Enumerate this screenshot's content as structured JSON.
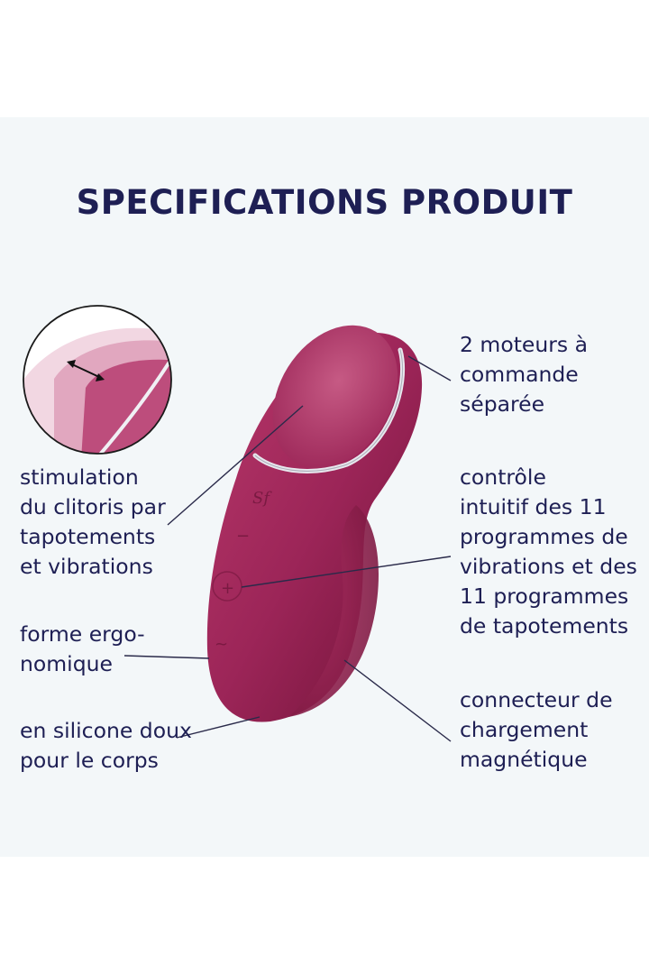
{
  "title": "SPECIFICATIONS PRODUIT",
  "features": {
    "left": [
      {
        "id": "stimulation",
        "text": "stimulation\ndu clitoris par\ntapotements\net vibrations"
      },
      {
        "id": "ergonomic",
        "text": "forme ergo-\nnomique"
      },
      {
        "id": "silicone",
        "text": "en silicone doux\npour le corps"
      }
    ],
    "right": [
      {
        "id": "motors",
        "text": "2 moteurs à\ncommande\nséparée"
      },
      {
        "id": "control",
        "text": "contrôle\nintuitif des 11\nprogrammes de\nvibrations et des\n11 programmes\nde tapotements"
      },
      {
        "id": "charging",
        "text": "connecteur de\nchargement\nmagnétique"
      }
    ]
  },
  "product": {
    "logo": "Sf",
    "buttons": [
      "−",
      "+",
      "~"
    ]
  },
  "colors": {
    "text": "#1e1f54",
    "panel": "#f3f7f9",
    "product": "#9c2558",
    "product_dark": "#6e1236",
    "product_light": "#c2507c",
    "ring": "#e8e8ee"
  }
}
